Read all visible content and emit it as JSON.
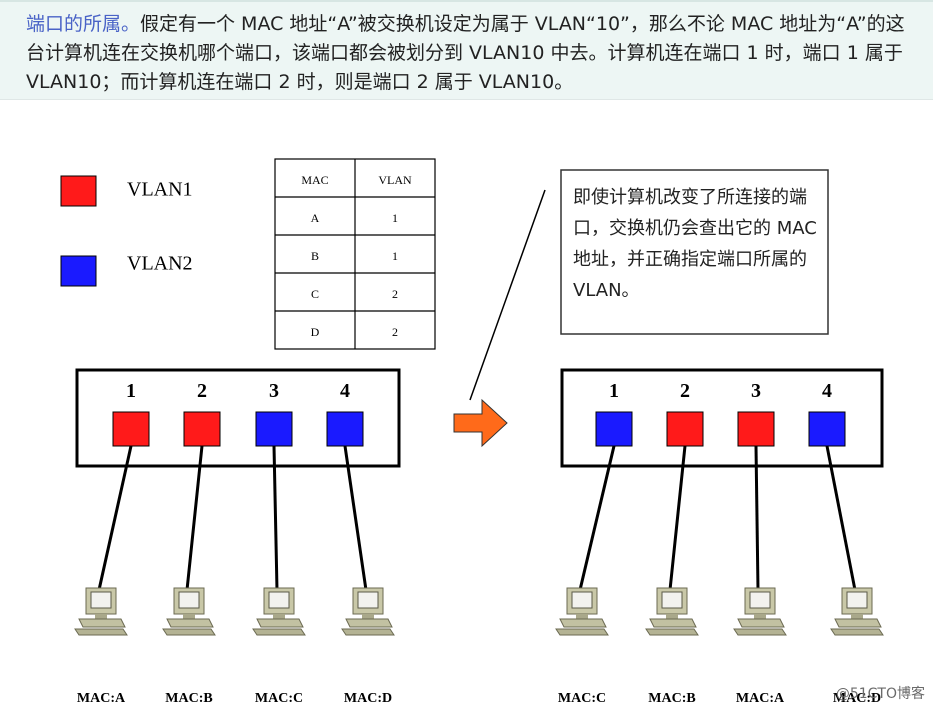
{
  "header": {
    "topic": "端口的所属。",
    "text": "假定有一个 MAC 地址“A”被交换机设定为属于 VLAN“10”，那么不论 MAC 地址为“A”的这台计算机连在交换机哪个端口，该端口都会被划分到 VLAN10 中去。计算机连在端口 1 时，端口 1 属于 VLAN10；而计算机连在端口 2 时，则是端口 2 属于 VLAN10。"
  },
  "legend": [
    {
      "label": "VLAN1",
      "color": "#ff1a1a"
    },
    {
      "label": "VLAN2",
      "color": "#1a1aff"
    }
  ],
  "table": {
    "headers": [
      "MAC",
      "VLAN"
    ],
    "rows": [
      [
        "A",
        "1"
      ],
      [
        "B",
        "1"
      ],
      [
        "C",
        "2"
      ],
      [
        "D",
        "2"
      ]
    ]
  },
  "left_switch": {
    "ports": [
      {
        "number": "1",
        "color": "#ff1a1a",
        "mac": "MAC:A"
      },
      {
        "number": "2",
        "color": "#ff1a1a",
        "mac": "MAC:B"
      },
      {
        "number": "3",
        "color": "#1a1aff",
        "mac": "MAC:C"
      },
      {
        "number": "4",
        "color": "#1a1aff",
        "mac": "MAC:D"
      }
    ]
  },
  "right_switch": {
    "ports": [
      {
        "number": "1",
        "color": "#1a1aff",
        "mac": "MAC:C"
      },
      {
        "number": "2",
        "color": "#ff1a1a",
        "mac": "MAC:B"
      },
      {
        "number": "3",
        "color": "#ff1a1a",
        "mac": "MAC:A"
      },
      {
        "number": "4",
        "color": "#1a1aff",
        "mac": "MAC:D"
      }
    ]
  },
  "callout": {
    "text": "即使计算机改变了所连接的端口，交换机仍会查出它的 MAC 地址，并正确指定端口所属的 VLAN。"
  },
  "arrow_color": "#ff6a1a",
  "watermark": "@51CTO博客"
}
